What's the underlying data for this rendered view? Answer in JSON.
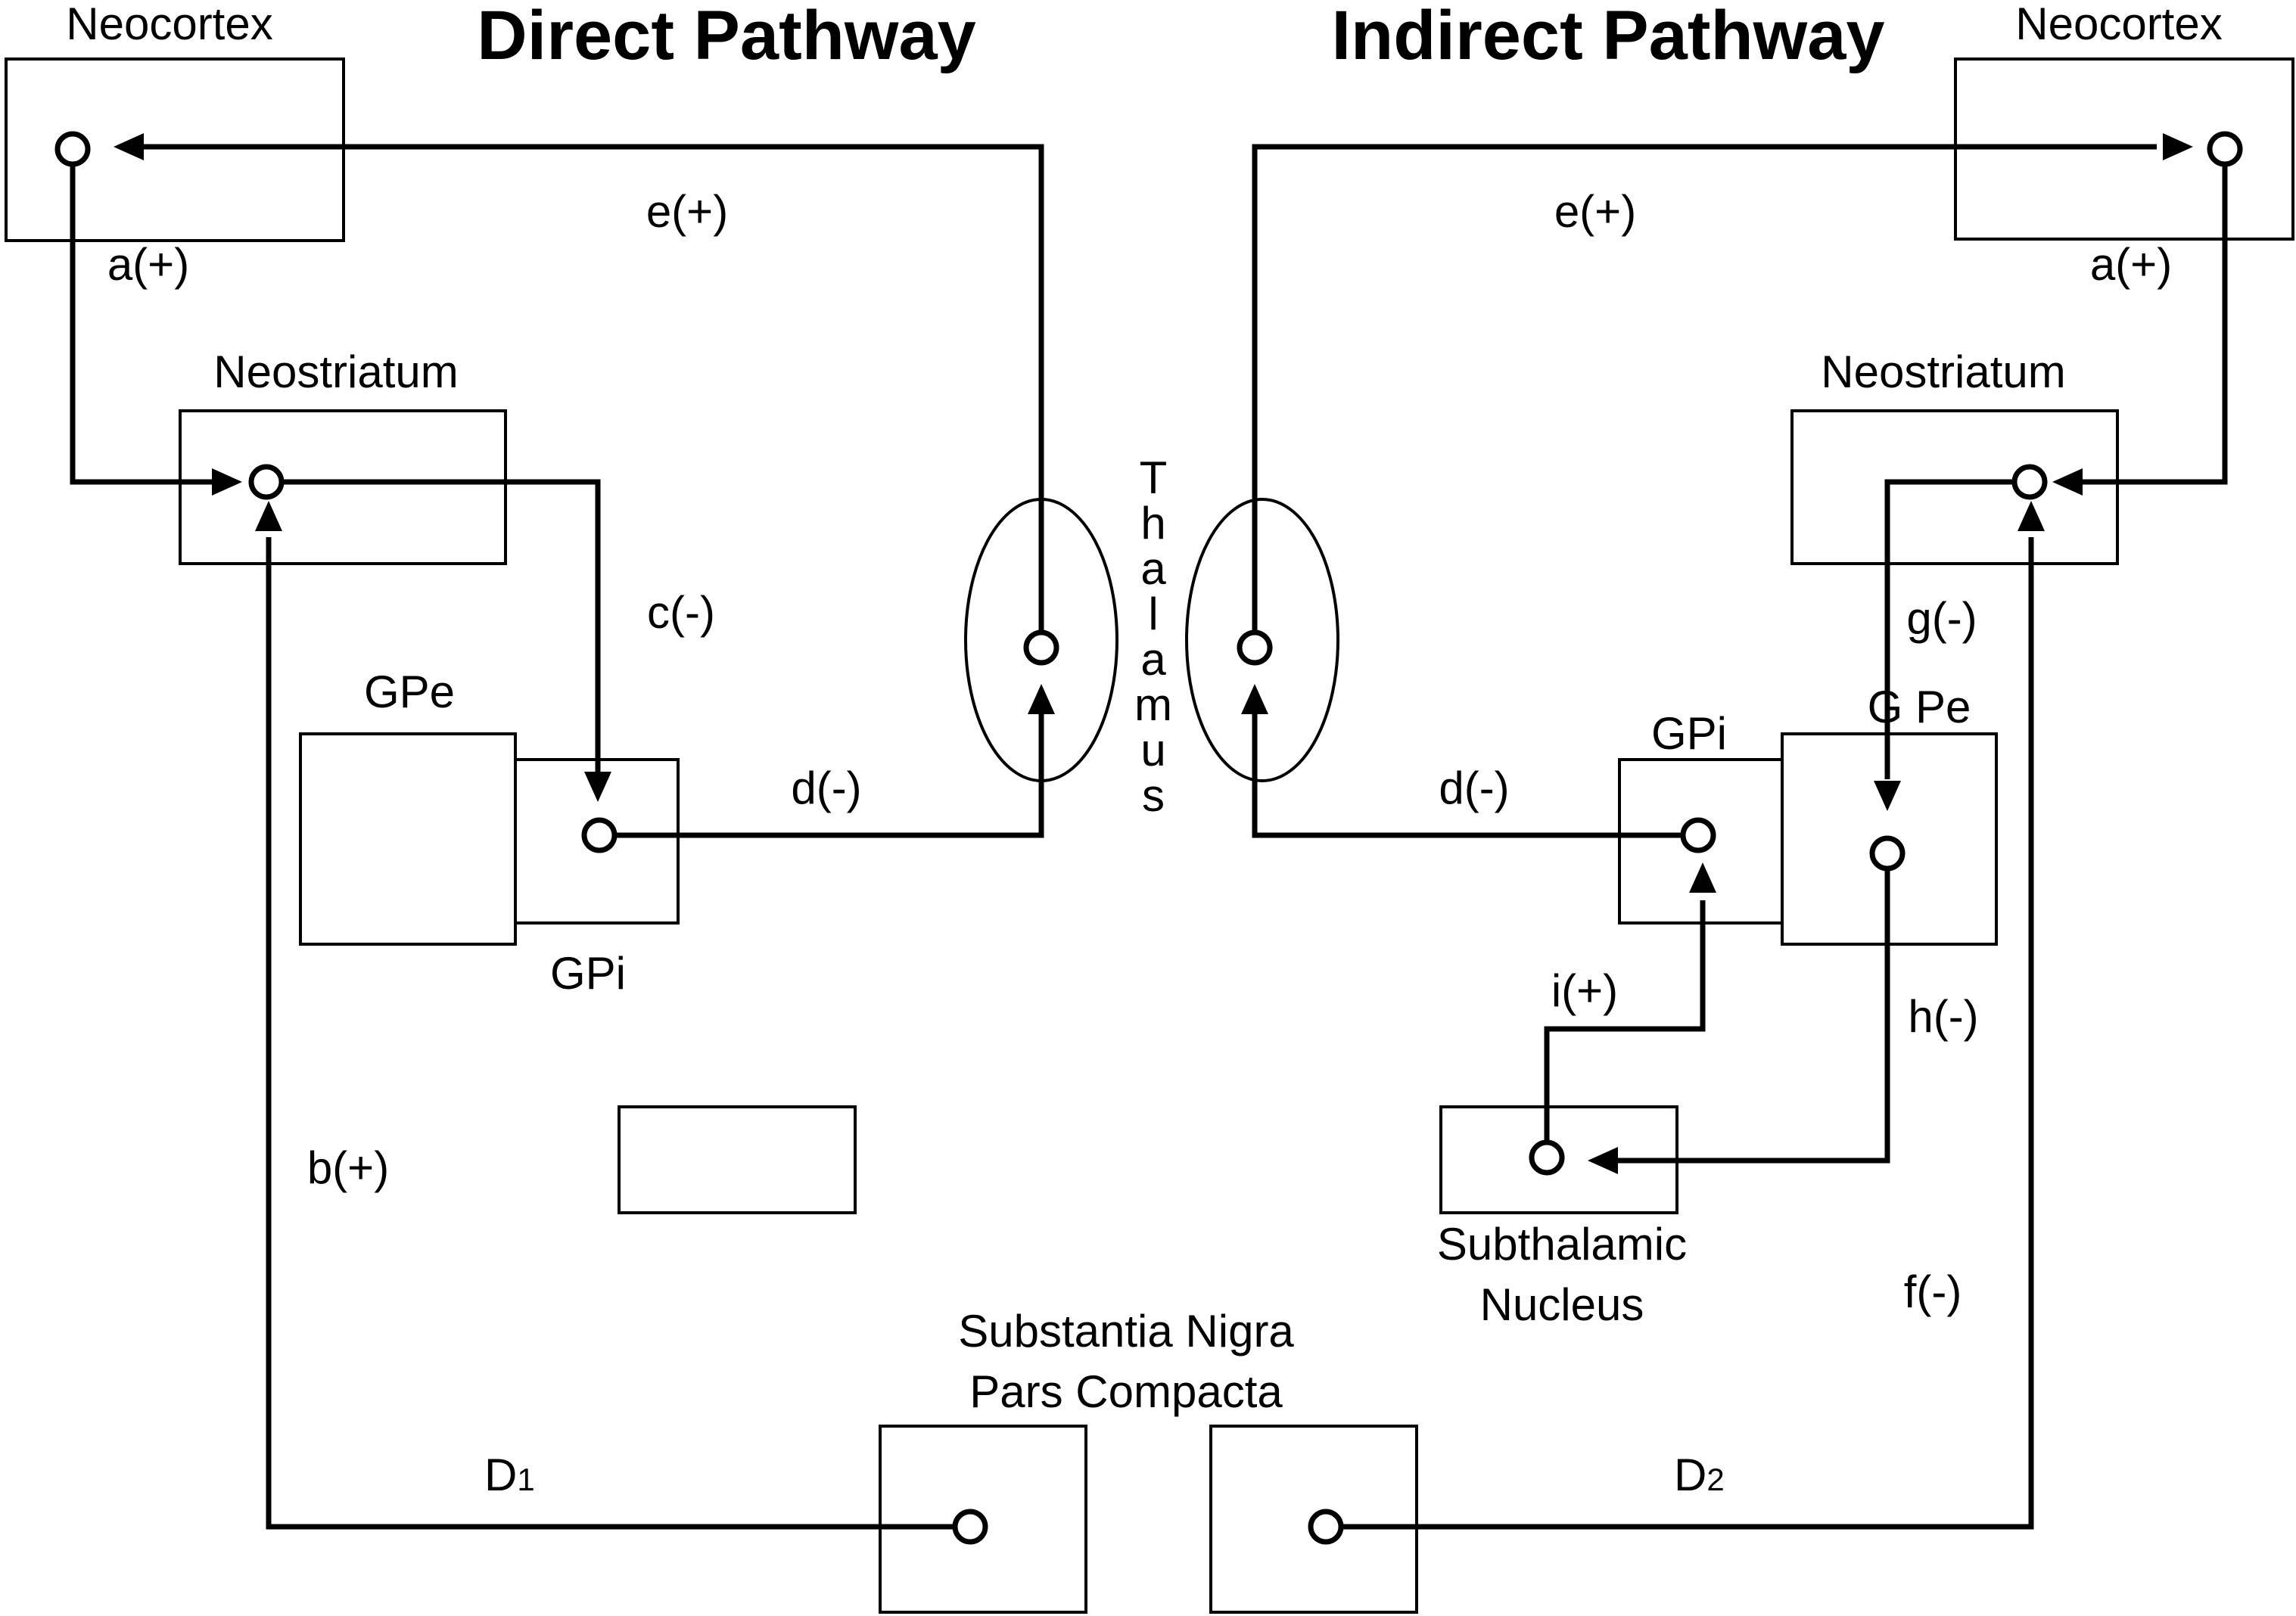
{
  "titles": {
    "direct": "Direct Pathway",
    "indirect": "Indirect Pathway"
  },
  "direct": {
    "neocortex": "Neocortex",
    "neostriatum": "Neostriatum",
    "gpe": "GPe",
    "gpi": "GPi",
    "edge_a": "a(+)",
    "edge_b": "b(+)",
    "edge_c": "c(-)",
    "edge_d": "d(-)",
    "edge_e": "e(+)",
    "receptor": "D",
    "receptor_sub": "1"
  },
  "indirect": {
    "neocortex": "Neocortex",
    "neostriatum": "Neostriatum",
    "gpi": "GPi",
    "gpe": "G Pe",
    "stn_line1": "Subthalamic",
    "stn_line2": "Nucleus",
    "edge_a": "a(+)",
    "edge_d": "d(-)",
    "edge_e": "e(+)",
    "edge_f": "f(-)",
    "edge_g": "g(-)",
    "edge_h": "h(-)",
    "edge_i": "i(+)",
    "receptor": "D",
    "receptor_sub": "2"
  },
  "thalamus": [
    "T",
    "h",
    "a",
    "l",
    "a",
    "m",
    "u",
    "s"
  ],
  "substantia_nigra": {
    "line1": "Substantia Nigra",
    "line2": "Pars Compacta"
  }
}
